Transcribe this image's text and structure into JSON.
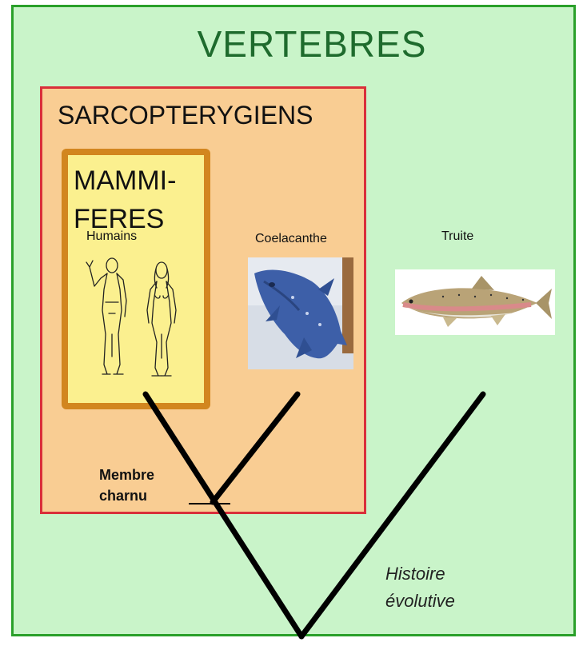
{
  "groups": {
    "outer": {
      "title": "VERTEBRES"
    },
    "middle": {
      "title": "SARCOPTERYGIENS"
    },
    "inner": {
      "title_line1": "MAMMI-",
      "title_line2": "FERES"
    }
  },
  "taxa": {
    "humans": "Humains",
    "coelacanth": "Coelacanthe",
    "trout": "Truite"
  },
  "character": {
    "line1": "Membre",
    "line2": "charnu"
  },
  "axis": {
    "line1": "Histoire",
    "line2": "évolutive"
  },
  "colors": {
    "outer_fill": "#c9f4c9",
    "outer_border": "#2aa02a",
    "outer_title": "#1e6b2d",
    "middle_fill": "#f9cd93",
    "middle_border": "#d92f3a",
    "inner_fill": "#fbf08f",
    "inner_border": "#d2861f",
    "tree": "#000000"
  },
  "icons": [
    "human-figures-illustration",
    "coelacanth-photo",
    "trout-illustration"
  ]
}
